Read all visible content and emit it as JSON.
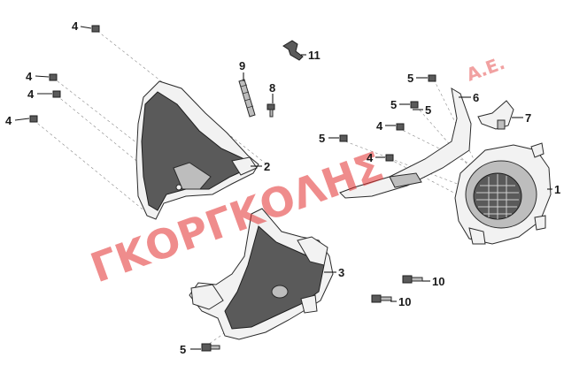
{
  "watermark": {
    "main": "ΓΚΟΡΓΚΟΛΗΣ",
    "corner": "Α.Ε.",
    "color": "#e23030"
  },
  "callouts": [
    {
      "id": "c1",
      "label": "4"
    },
    {
      "id": "c2",
      "label": "4"
    },
    {
      "id": "c3",
      "label": "4"
    },
    {
      "id": "c4",
      "label": "4"
    },
    {
      "id": "c5",
      "label": "9"
    },
    {
      "id": "c6",
      "label": "8"
    },
    {
      "id": "c7",
      "label": "11"
    },
    {
      "id": "c8",
      "label": "2"
    },
    {
      "id": "c9",
      "label": "3"
    },
    {
      "id": "c10",
      "label": "5"
    },
    {
      "id": "c11",
      "label": "5"
    },
    {
      "id": "c12",
      "label": "5"
    },
    {
      "id": "c13",
      "label": "6"
    },
    {
      "id": "c14",
      "label": "5"
    },
    {
      "id": "c15",
      "label": "7"
    },
    {
      "id": "c16",
      "label": "4"
    },
    {
      "id": "c17",
      "label": "4"
    },
    {
      "id": "c18",
      "label": "1"
    },
    {
      "id": "c19",
      "label": "10"
    },
    {
      "id": "c20",
      "label": "10"
    }
  ]
}
